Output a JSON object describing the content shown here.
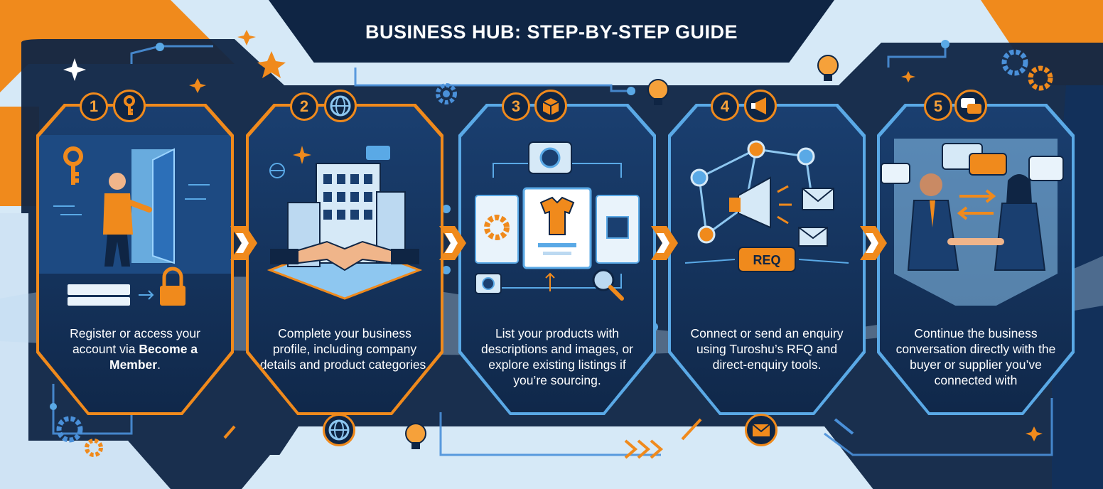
{
  "title": "BUSINESS HUB: STEP-BY-STEP GUIDE",
  "colors": {
    "navy": "#0f2544",
    "card_blue": "#1a3f70",
    "orange": "#f08a1c",
    "light_blue": "#d6e9f7",
    "accent_blue": "#5aa9e6"
  },
  "steps": [
    {
      "number": "1",
      "badge_icon": "key-icon",
      "text_before": "Register or access your account via",
      "text_bold": "Become a Member",
      "text_after": "."
    },
    {
      "number": "2",
      "badge_icon": "globe-icon",
      "text": "Complete your business profile, including company details and product categories."
    },
    {
      "number": "3",
      "badge_icon": "box-icon",
      "text": "List your products with descriptions and images, or explore existing listings if you’re sourcing."
    },
    {
      "number": "4",
      "badge_icon": "megaphone-icon",
      "req_label": "REQ",
      "text": "Connect or send an enquiry using Turoshu’s RFQ and direct-enquiry tools."
    },
    {
      "number": "5",
      "badge_icon": "chat-bubbles-icon",
      "text": "Continue the business conversation directly with the buyer or supplier you’ve connected with"
    }
  ]
}
